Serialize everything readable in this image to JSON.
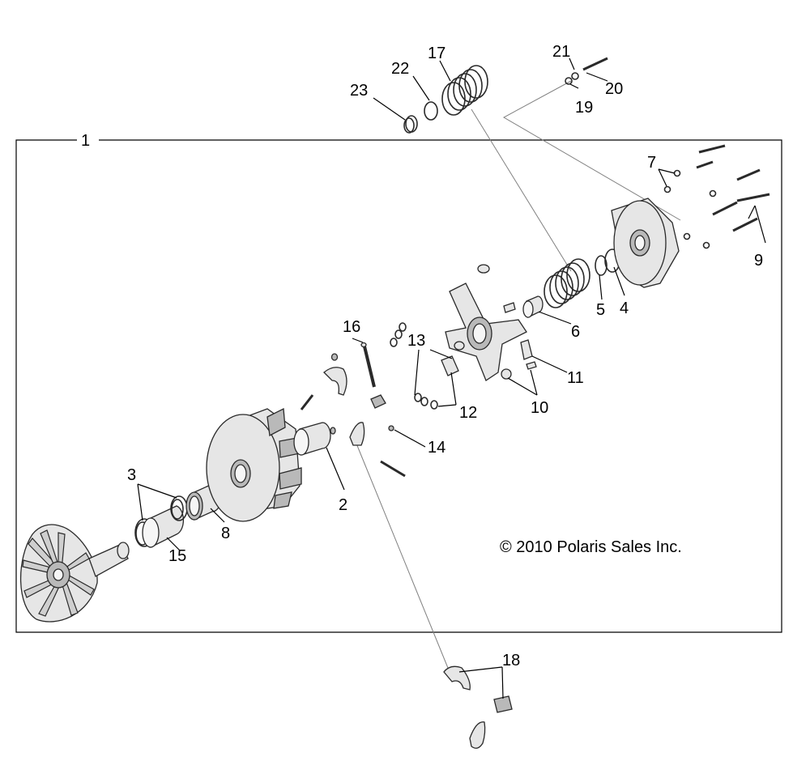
{
  "copyright": "© 2010 Polaris Sales Inc.",
  "callouts": {
    "c1": "1",
    "c2": "2",
    "c3": "3",
    "c4": "4",
    "c5": "5",
    "c6": "6",
    "c7": "7",
    "c8": "8",
    "c9": "9",
    "c10": "10",
    "c11": "11",
    "c12": "12",
    "c13": "13",
    "c14": "14",
    "c15": "15",
    "c16": "16",
    "c17": "17",
    "c18": "18",
    "c19": "19",
    "c20": "20",
    "c21": "21",
    "c22": "22",
    "c23": "23"
  }
}
